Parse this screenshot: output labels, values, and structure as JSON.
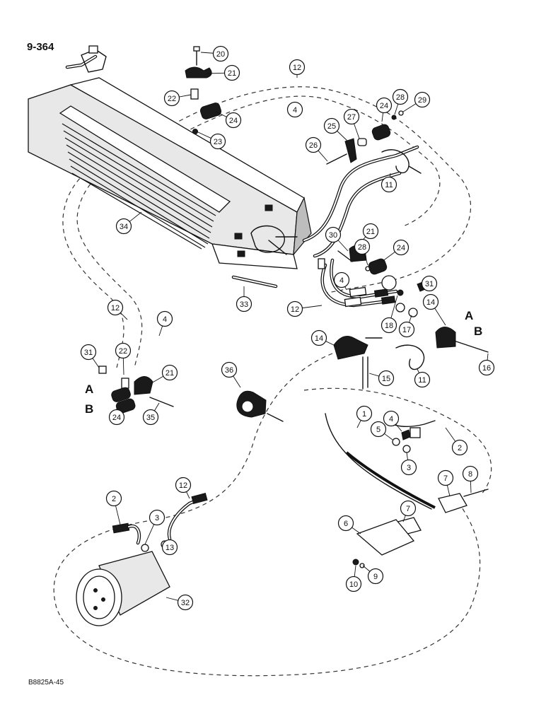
{
  "page_number": "9-364",
  "figure_code": "B8825A-45",
  "ref_letters": {
    "a": "A",
    "b": "B"
  },
  "callouts": [
    {
      "n": "20"
    },
    {
      "n": "21"
    },
    {
      "n": "22"
    },
    {
      "n": "24"
    },
    {
      "n": "23"
    },
    {
      "n": "12"
    },
    {
      "n": "4"
    },
    {
      "n": "24"
    },
    {
      "n": "28"
    },
    {
      "n": "29"
    },
    {
      "n": "25"
    },
    {
      "n": "27"
    },
    {
      "n": "26"
    },
    {
      "n": "11"
    },
    {
      "n": "34"
    },
    {
      "n": "30"
    },
    {
      "n": "21"
    },
    {
      "n": "28"
    },
    {
      "n": "24"
    },
    {
      "n": "33"
    },
    {
      "n": "4"
    },
    {
      "n": "12"
    },
    {
      "n": "31"
    },
    {
      "n": "18"
    },
    {
      "n": "17"
    },
    {
      "n": "14"
    },
    {
      "n": "12"
    },
    {
      "n": "4"
    },
    {
      "n": "31"
    },
    {
      "n": "22"
    },
    {
      "n": "21"
    },
    {
      "n": "24"
    },
    {
      "n": "35"
    },
    {
      "n": "14"
    },
    {
      "n": "16"
    },
    {
      "n": "15"
    },
    {
      "n": "11"
    },
    {
      "n": "36"
    },
    {
      "n": "1"
    },
    {
      "n": "4"
    },
    {
      "n": "5"
    },
    {
      "n": "2"
    },
    {
      "n": "3"
    },
    {
      "n": "7"
    },
    {
      "n": "8"
    },
    {
      "n": "7"
    },
    {
      "n": "6"
    },
    {
      "n": "9"
    },
    {
      "n": "10"
    },
    {
      "n": "2"
    },
    {
      "n": "3"
    },
    {
      "n": "12"
    },
    {
      "n": "13"
    },
    {
      "n": "32"
    }
  ]
}
